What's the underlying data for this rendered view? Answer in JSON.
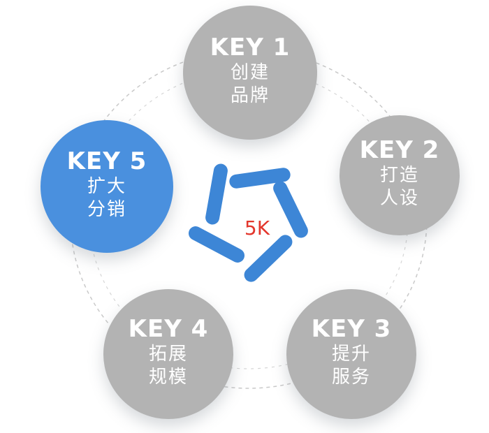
{
  "colors": {
    "gray_node": "#b3b3b3",
    "accent_node": "#4a90de",
    "logo_blue": "#3d86d6",
    "logo_text": "#e3362c",
    "ring_line": "#c9c9c9"
  },
  "center": {
    "label": "5K",
    "icon": "pentagon-spiral-logo-icon"
  },
  "keys": [
    {
      "key": "KEY 1",
      "line1": "创建",
      "line2": "品牌",
      "highlighted": false
    },
    {
      "key": "KEY 2",
      "line1": "打造",
      "line2": "人设",
      "highlighted": false
    },
    {
      "key": "KEY 3",
      "line1": "提升",
      "line2": "服务",
      "highlighted": false
    },
    {
      "key": "KEY 4",
      "line1": "拓展",
      "line2": "规模",
      "highlighted": false
    },
    {
      "key": "KEY 5",
      "line1": "扩大",
      "line2": "分销",
      "highlighted": true
    }
  ]
}
